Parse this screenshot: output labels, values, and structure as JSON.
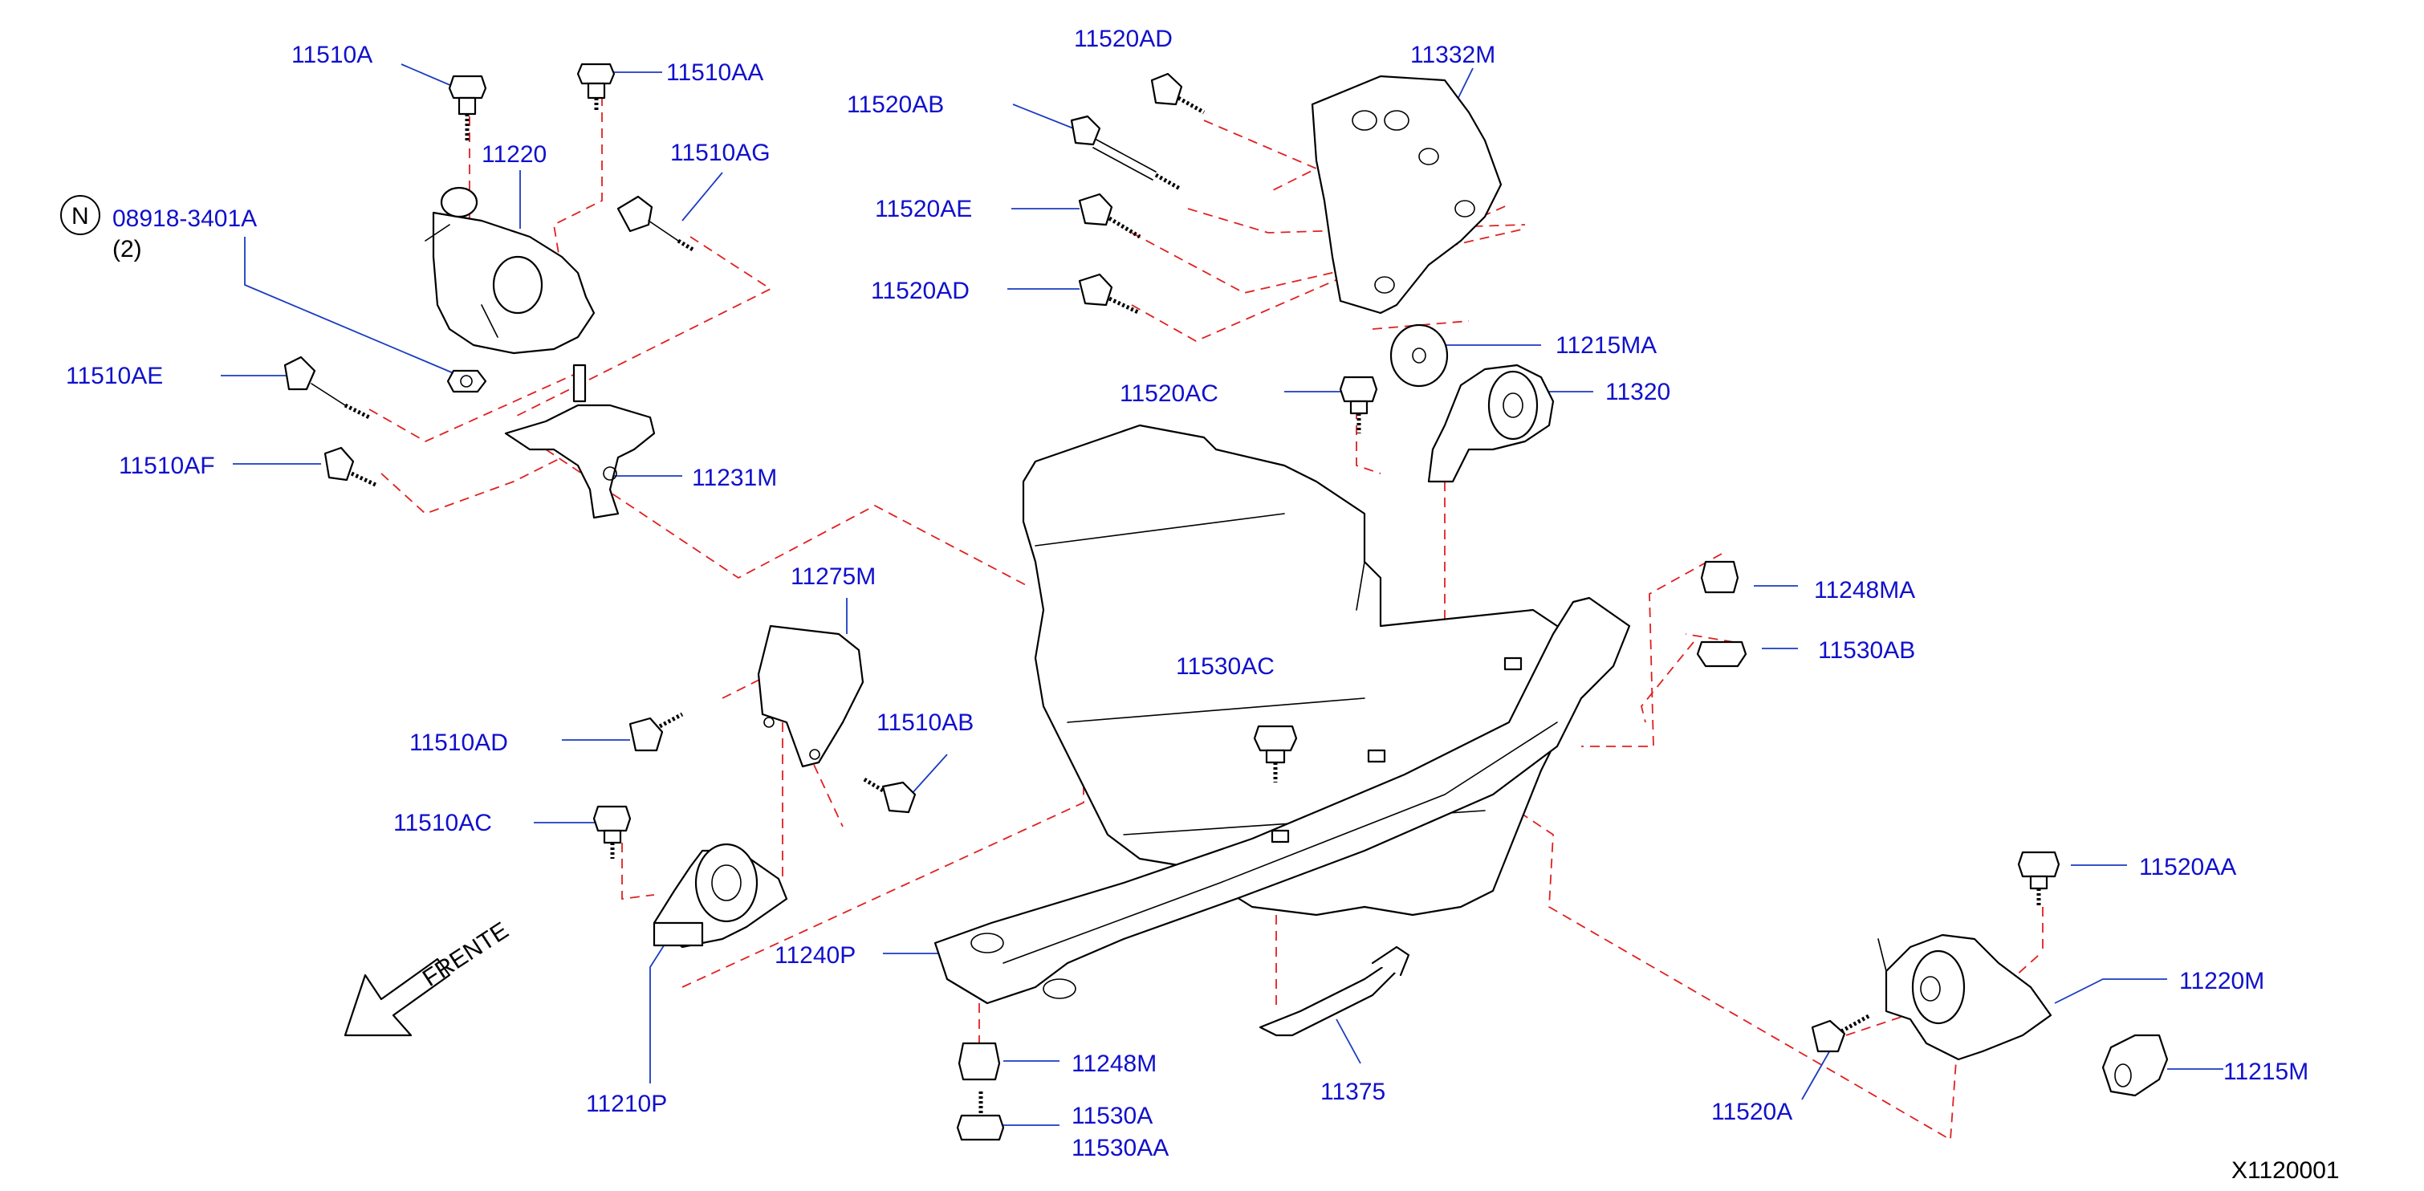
{
  "diagram": {
    "front_label": "FRENTE",
    "diagram_code": "X1120001",
    "note_symbol": "N",
    "parts": {
      "p11510A": "11510A",
      "p11510AA": "11510AA",
      "p11220": "11220",
      "p11510AG": "11510AG",
      "p08918": "08918-3401A",
      "p08918_qty": "(2)",
      "p11510AE": "11510AE",
      "p11510AF": "11510AF",
      "p11231M": "11231M",
      "p11520AD_top": "11520AD",
      "p11520AB": "11520AB",
      "p11520AE": "11520AE",
      "p11520AD_mid": "11520AD",
      "p11332M": "11332M",
      "p11215MA": "11215MA",
      "p11520AC": "11520AC",
      "p11320": "11320",
      "p11275M": "11275M",
      "p11510AD": "11510AD",
      "p11510AB": "11510AB",
      "p11510AC": "11510AC",
      "p11530AC": "11530AC",
      "p11248MA": "11248MA",
      "p11530AB": "11530AB",
      "p11240P": "11240P",
      "p11210P": "11210P",
      "p11248M": "11248M",
      "p11530A": "11530A",
      "p11530AA": "11530AA",
      "p11375": "11375",
      "p11520AA": "11520AA",
      "p11220M": "11220M",
      "p11520A": "11520A",
      "p11215M": "11215M"
    }
  },
  "colors": {
    "label": "#1010cc",
    "leader": "#1a3cc0",
    "dash": "#e02020",
    "line": "#000000"
  }
}
